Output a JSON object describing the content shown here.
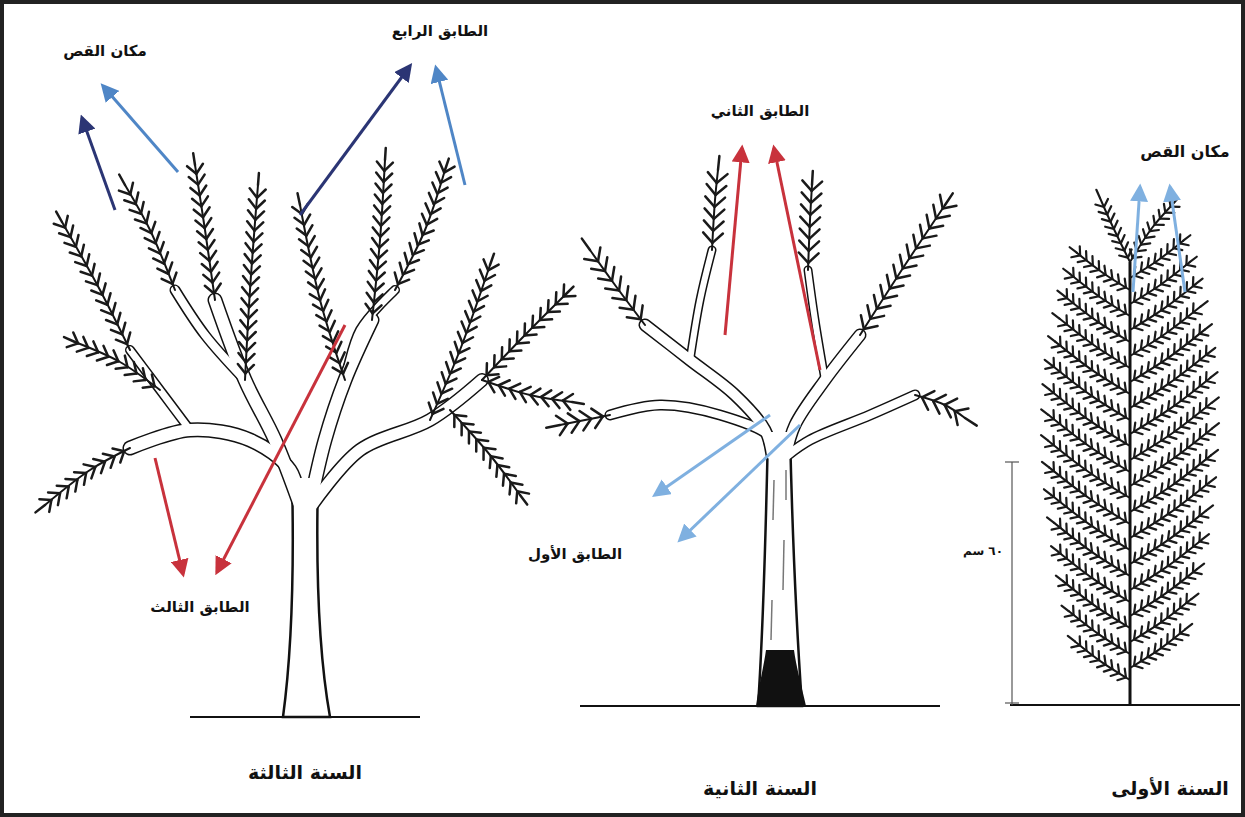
{
  "diagram": {
    "labels": [
      "الطابق الرابع",
      "مكان القص",
      "الطابق الثاني",
      "مكان القص",
      "الطابق الأول",
      "٦٠ سم",
      "الطابق الثالث",
      "السنة الثالثة",
      "السنة الثانية",
      "السنة الأولى"
    ]
  }
}
